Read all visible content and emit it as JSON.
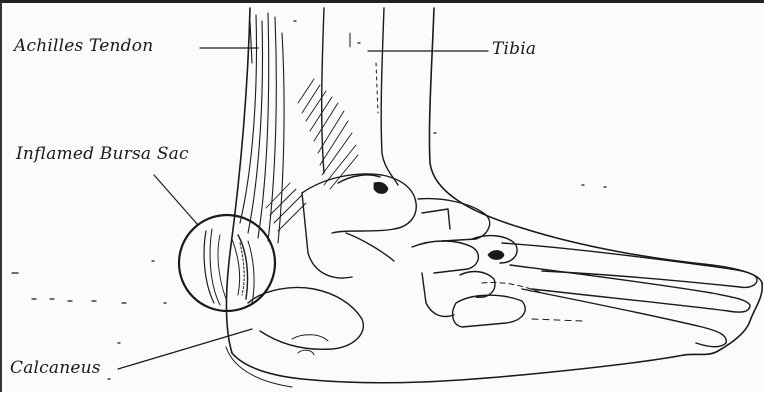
{
  "labels": {
    "achilles_tendon": "Achilles Tendon",
    "tibia": "Tibia",
    "inflamed_bursa_sac": "Inflamed Bursa Sac",
    "calcaneus": "Calcaneus"
  },
  "colors": {
    "ink": "#1a1a1a",
    "paper": "#fbfbfa"
  }
}
